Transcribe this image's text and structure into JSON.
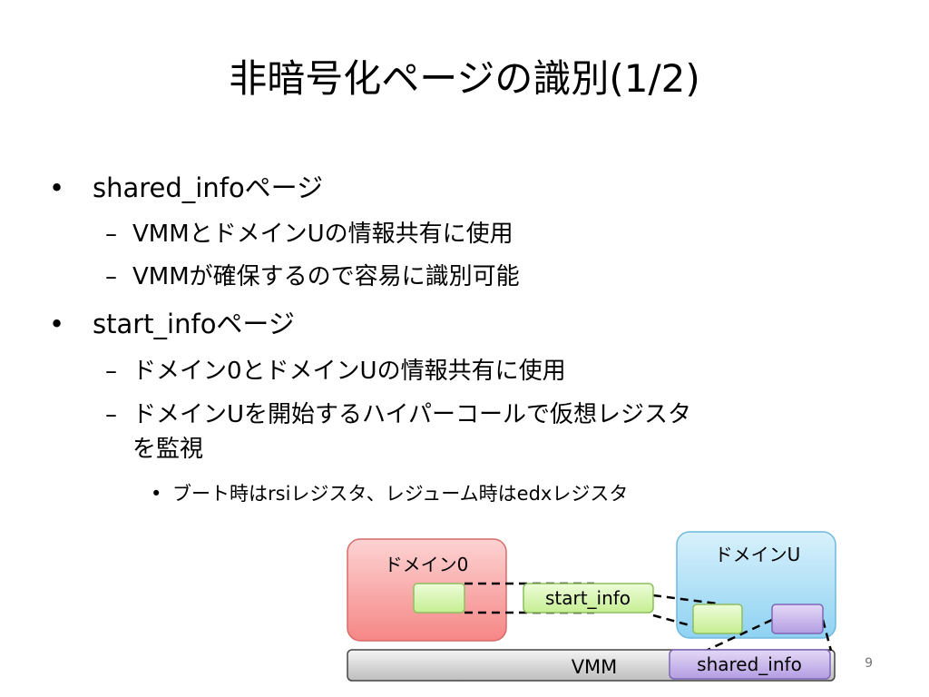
{
  "title": "非暗号化ページの識別(1/2)",
  "bullets": [
    {
      "text": "shared_infoページ",
      "subs": [
        {
          "text": "VMMとドメインUの情報共有に使用"
        },
        {
          "text": "VMMが確保するので容易に識別可能"
        }
      ]
    },
    {
      "text": "start_infoページ",
      "subs": [
        {
          "text": "ドメイン0とドメインUの情報共有に使用"
        },
        {
          "text": "ドメインUを開始するハイパーコールで仮想レジスタ",
          "continuation": "を監視"
        }
      ],
      "subsubs": [
        {
          "text": "ブート時はrsiレジスタ、レジューム時はedxレジスタ"
        }
      ]
    }
  ],
  "markers": {
    "bullet": "•",
    "dash": "–"
  },
  "diagram": {
    "domain0_label": "ドメイン0",
    "domainU_label": "ドメインU",
    "start_info_label": "start_info",
    "shared_info_label": "shared_info",
    "vmm_label": "VMM",
    "colors": {
      "domain0_fill": "#f79a99",
      "domainU_fill": "#a8dcf5",
      "page_green": "#d7f5ae",
      "page_purple": "#c7b3ea",
      "vmm_fill": "#d0d0d0"
    }
  },
  "page_number": "9"
}
